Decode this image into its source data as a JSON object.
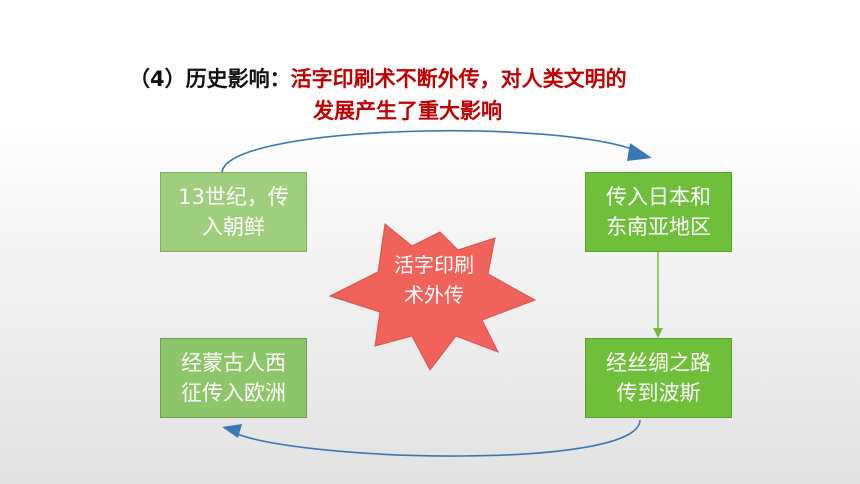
{
  "title": {
    "prefix": "（4）历史影响：",
    "line1_red": "活字印刷术不断外传，对人类文明的",
    "line2_red": "发展产生了重大影响"
  },
  "center": {
    "label_line1": "活字印刷",
    "label_line2": "术外传"
  },
  "boxes": {
    "top_left": {
      "line1": "13世纪，传",
      "line2": "入朝鲜"
    },
    "top_right": {
      "line1": "传入日本和",
      "line2": "东南亚地区"
    },
    "bottom_right": {
      "line1": "经丝绸之路",
      "line2": "传到波斯"
    },
    "bottom_left": {
      "line1": "经蒙古人西",
      "line2": "征传入欧洲"
    }
  },
  "colors": {
    "box_green": "#8cc56a",
    "star_red": "#f0625a",
    "title_red": "#c00000",
    "arrow_blue": "#3a78b5"
  }
}
